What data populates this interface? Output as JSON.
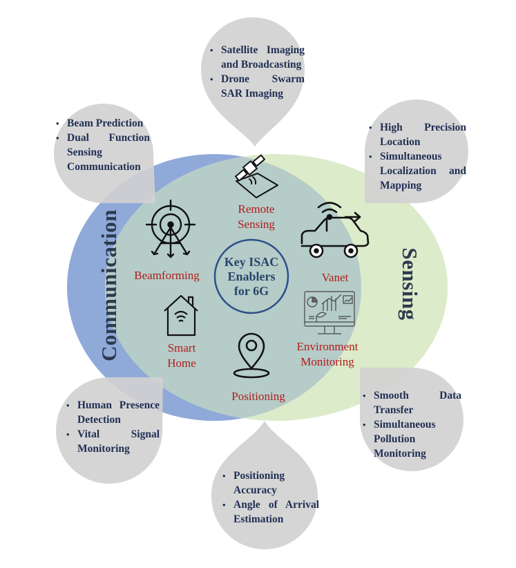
{
  "center": {
    "title": "Key ISAC Enablers for 6G"
  },
  "domains": {
    "left": "Communication",
    "right": "Sensing"
  },
  "enablers": {
    "remote_sensing": "Remote Sensing",
    "beamforming": "Beamforming",
    "vanet": "Vanet",
    "smart_home": "Smart Home",
    "environment_monitoring": "Environment Monitoring",
    "positioning": "Positioning"
  },
  "bubbles": {
    "top": [
      "Satellite Imaging and Broadcasting",
      "Drone Swarm SAR Imaging"
    ],
    "top_left": [
      "Beam Prediction",
      "Dual Function Sensing Communication"
    ],
    "top_right": [
      "High Precision Location",
      "Simultaneous Localization and Mapping"
    ],
    "bottom_left": [
      "Human Presence Detection",
      "Vital Signal Monitoring"
    ],
    "bottom_right": [
      "Smooth Data Transfer",
      "Simultaneous Pollution Monitoring"
    ],
    "bottom": [
      "Positioning Accuracy",
      "Angle of Arrival Estimation"
    ]
  },
  "icons": [
    "satellite-icon",
    "target-antenna-icon",
    "connected-car-icon",
    "smart-home-icon",
    "analytics-monitor-icon",
    "location-pin-icon"
  ],
  "colors": {
    "communication": "#8fa9d9",
    "sensing": "#dcebc9",
    "overlap": "#b5ccc8",
    "bubble": "#d8d6d8",
    "enabler_text": "#b01c1c",
    "bullet_text": "#1f2f52",
    "center_ring": "#2c4f8a"
  }
}
